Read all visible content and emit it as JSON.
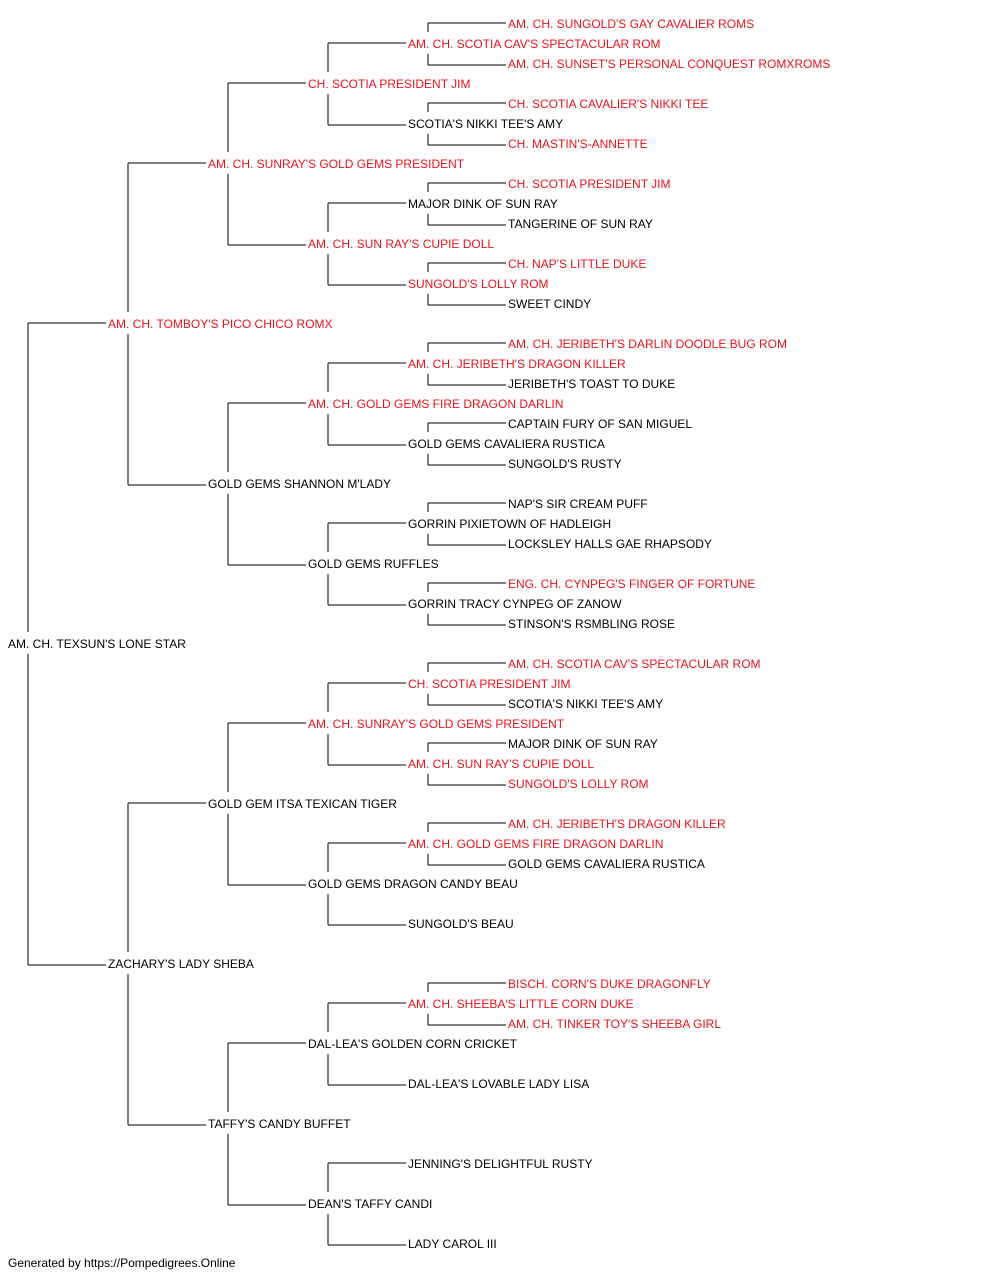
{
  "colors": {
    "champion": "#e8141c",
    "normal": "#000000"
  },
  "footer": "Generated by https://Pompedigrees.Online",
  "pedigree": [
    {
      "g": 0,
      "n": 0,
      "name": "AM. CH. TEXSUN'S LONE STAR",
      "ch": false
    },
    {
      "g": 1,
      "n": 0,
      "name": "AM. CH. TOMBOY'S PICO CHICO ROMX",
      "ch": true
    },
    {
      "g": 1,
      "n": 1,
      "name": "ZACHARY'S LADY SHEBA",
      "ch": false
    },
    {
      "g": 2,
      "n": 0,
      "name": "AM. CH. SUNRAY'S GOLD GEMS PRESIDENT",
      "ch": true
    },
    {
      "g": 2,
      "n": 1,
      "name": "GOLD GEMS SHANNON M'LADY",
      "ch": false
    },
    {
      "g": 2,
      "n": 2,
      "name": "GOLD GEM ITSA TEXICAN TIGER",
      "ch": false
    },
    {
      "g": 2,
      "n": 3,
      "name": "TAFFY'S CANDY BUFFET",
      "ch": false
    },
    {
      "g": 3,
      "n": 0,
      "name": "CH. SCOTIA PRESIDENT JIM",
      "ch": true
    },
    {
      "g": 3,
      "n": 1,
      "name": "AM. CH. SUN RAY'S CUPIE DOLL",
      "ch": true
    },
    {
      "g": 3,
      "n": 2,
      "name": "AM. CH. GOLD GEMS FIRE DRAGON DARLIN",
      "ch": true
    },
    {
      "g": 3,
      "n": 3,
      "name": "GOLD GEMS RUFFLES",
      "ch": false
    },
    {
      "g": 3,
      "n": 4,
      "name": "AM. CH. SUNRAY'S GOLD GEMS PRESIDENT",
      "ch": true
    },
    {
      "g": 3,
      "n": 5,
      "name": "GOLD GEMS DRAGON CANDY BEAU",
      "ch": false
    },
    {
      "g": 3,
      "n": 6,
      "name": "DAL-LEA'S GOLDEN CORN CRICKET",
      "ch": false
    },
    {
      "g": 3,
      "n": 7,
      "name": "DEAN'S TAFFY CANDI",
      "ch": false
    },
    {
      "g": 4,
      "n": 0,
      "name": "AM. CH. SCOTIA CAV'S SPECTACULAR ROM",
      "ch": true
    },
    {
      "g": 4,
      "n": 1,
      "name": "SCOTIA'S NIKKI TEE'S AMY",
      "ch": false
    },
    {
      "g": 4,
      "n": 2,
      "name": "MAJOR DINK OF SUN RAY",
      "ch": false
    },
    {
      "g": 4,
      "n": 3,
      "name": "SUNGOLD'S LOLLY ROM",
      "ch": true
    },
    {
      "g": 4,
      "n": 4,
      "name": "AM. CH. JERIBETH'S DRAGON KILLER",
      "ch": true
    },
    {
      "g": 4,
      "n": 5,
      "name": "GOLD GEMS CAVALIERA RUSTICA",
      "ch": false
    },
    {
      "g": 4,
      "n": 6,
      "name": "GORRIN PIXIETOWN OF HADLEIGH",
      "ch": false
    },
    {
      "g": 4,
      "n": 7,
      "name": "GORRIN TRACY CYNPEG OF ZANOW",
      "ch": false
    },
    {
      "g": 4,
      "n": 8,
      "name": "CH. SCOTIA PRESIDENT JIM",
      "ch": true
    },
    {
      "g": 4,
      "n": 9,
      "name": "AM. CH. SUN RAY'S CUPIE DOLL",
      "ch": true
    },
    {
      "g": 4,
      "n": 10,
      "name": "AM. CH. GOLD GEMS FIRE DRAGON DARLIN",
      "ch": true
    },
    {
      "g": 4,
      "n": 11,
      "name": "SUNGOLD'S BEAU",
      "ch": false
    },
    {
      "g": 4,
      "n": 12,
      "name": "AM. CH. SHEEBA'S LITTLE CORN DUKE",
      "ch": true
    },
    {
      "g": 4,
      "n": 13,
      "name": "DAL-LEA'S LOVABLE LADY LISA",
      "ch": false
    },
    {
      "g": 4,
      "n": 14,
      "name": "JENNING'S DELIGHTFUL RUSTY",
      "ch": false
    },
    {
      "g": 4,
      "n": 15,
      "name": "LADY CAROL III",
      "ch": false
    },
    {
      "g": 5,
      "n": 0,
      "name": "AM. CH. SUNGOLD'S GAY CAVALIER ROMS",
      "ch": true
    },
    {
      "g": 5,
      "n": 1,
      "name": "AM. CH. SUNSET'S PERSONAL CONQUEST ROMXROMS",
      "ch": true
    },
    {
      "g": 5,
      "n": 2,
      "name": "CH. SCOTIA CAVALIER'S NIKKI TEE",
      "ch": true
    },
    {
      "g": 5,
      "n": 3,
      "name": "CH. MASTIN'S-ANNETTE",
      "ch": true
    },
    {
      "g": 5,
      "n": 4,
      "name": "CH. SCOTIA PRESIDENT JIM",
      "ch": true
    },
    {
      "g": 5,
      "n": 5,
      "name": "TANGERINE OF SUN RAY",
      "ch": false
    },
    {
      "g": 5,
      "n": 6,
      "name": "CH. NAP'S LITTLE DUKE",
      "ch": true
    },
    {
      "g": 5,
      "n": 7,
      "name": "SWEET CINDY",
      "ch": false
    },
    {
      "g": 5,
      "n": 8,
      "name": "AM. CH. JERIBETH'S DARLIN DOODLE BUG ROM",
      "ch": true
    },
    {
      "g": 5,
      "n": 9,
      "name": "JERIBETH'S TOAST TO DUKE",
      "ch": false
    },
    {
      "g": 5,
      "n": 10,
      "name": "CAPTAIN FURY OF SAN MIGUEL",
      "ch": false
    },
    {
      "g": 5,
      "n": 11,
      "name": "SUNGOLD'S RUSTY",
      "ch": false
    },
    {
      "g": 5,
      "n": 12,
      "name": "NAP'S SIR CREAM PUFF",
      "ch": false
    },
    {
      "g": 5,
      "n": 13,
      "name": "LOCKSLEY HALLS GAE RHAPSODY",
      "ch": false
    },
    {
      "g": 5,
      "n": 14,
      "name": "ENG. CH. CYNPEG'S FINGER OF FORTUNE",
      "ch": true
    },
    {
      "g": 5,
      "n": 15,
      "name": "STINSON'S RSMBLING ROSE",
      "ch": false
    },
    {
      "g": 5,
      "n": 16,
      "name": "AM. CH. SCOTIA CAV'S SPECTACULAR ROM",
      "ch": true
    },
    {
      "g": 5,
      "n": 17,
      "name": "SCOTIA'S NIKKI TEE'S AMY",
      "ch": false
    },
    {
      "g": 5,
      "n": 18,
      "name": "MAJOR DINK OF SUN RAY",
      "ch": false
    },
    {
      "g": 5,
      "n": 19,
      "name": "SUNGOLD'S LOLLY ROM",
      "ch": true
    },
    {
      "g": 5,
      "n": 20,
      "name": "AM. CH. JERIBETH'S DRAGON KILLER",
      "ch": true
    },
    {
      "g": 5,
      "n": 21,
      "name": "GOLD GEMS CAVALIERA RUSTICA",
      "ch": false
    },
    {
      "g": 5,
      "n": 24,
      "name": "BISCH. CORN'S DUKE DRAGONFLY",
      "ch": true
    },
    {
      "g": 5,
      "n": 25,
      "name": "AM. CH. TINKER TOY'S SHEEBA GIRL",
      "ch": true
    }
  ]
}
